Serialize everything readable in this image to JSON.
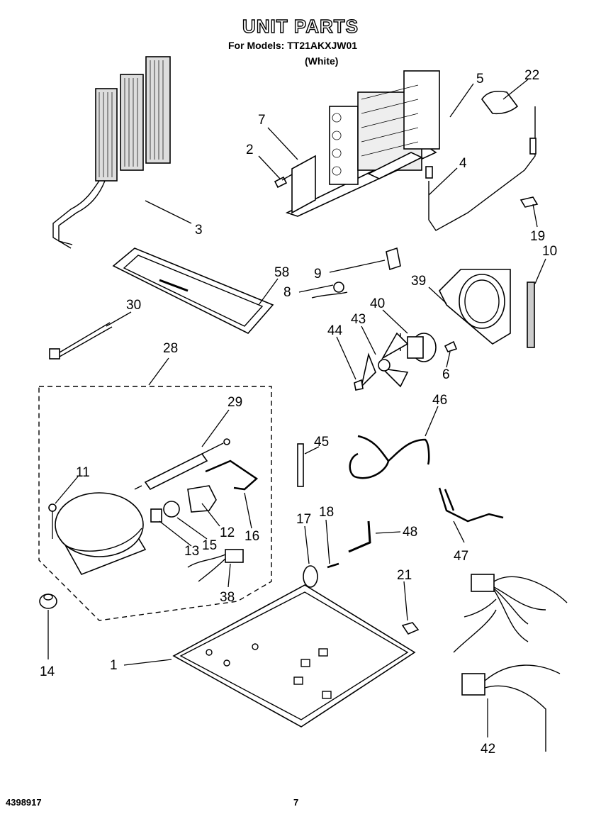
{
  "header": {
    "title": "UNIT PARTS",
    "models_line": "For Models: TT21AKXJW01",
    "color_line": "(White)"
  },
  "footer": {
    "doc_number": "4398917",
    "page_number": "7"
  },
  "callouts": [
    {
      "id": "3",
      "label": "3"
    },
    {
      "id": "7",
      "label": "7"
    },
    {
      "id": "2",
      "label": "2"
    },
    {
      "id": "5",
      "label": "5"
    },
    {
      "id": "22",
      "label": "22"
    },
    {
      "id": "4",
      "label": "4"
    },
    {
      "id": "19",
      "label": "19"
    },
    {
      "id": "10",
      "label": "10"
    },
    {
      "id": "58",
      "label": "58"
    },
    {
      "id": "9",
      "label": "9"
    },
    {
      "id": "8",
      "label": "8"
    },
    {
      "id": "39",
      "label": "39"
    },
    {
      "id": "40",
      "label": "40"
    },
    {
      "id": "43",
      "label": "43"
    },
    {
      "id": "44",
      "label": "44"
    },
    {
      "id": "6",
      "label": "6"
    },
    {
      "id": "30",
      "label": "30"
    },
    {
      "id": "28",
      "label": "28"
    },
    {
      "id": "29",
      "label": "29"
    },
    {
      "id": "11",
      "label": "11"
    },
    {
      "id": "12",
      "label": "12"
    },
    {
      "id": "15",
      "label": "15"
    },
    {
      "id": "16",
      "label": "16"
    },
    {
      "id": "13",
      "label": "13"
    },
    {
      "id": "38",
      "label": "38"
    },
    {
      "id": "14",
      "label": "14"
    },
    {
      "id": "45",
      "label": "45"
    },
    {
      "id": "46",
      "label": "46"
    },
    {
      "id": "17",
      "label": "17"
    },
    {
      "id": "18",
      "label": "18"
    },
    {
      "id": "48",
      "label": "48"
    },
    {
      "id": "47",
      "label": "47"
    },
    {
      "id": "21",
      "label": "21"
    },
    {
      "id": "1",
      "label": "1"
    },
    {
      "id": "42",
      "label": "42"
    }
  ]
}
